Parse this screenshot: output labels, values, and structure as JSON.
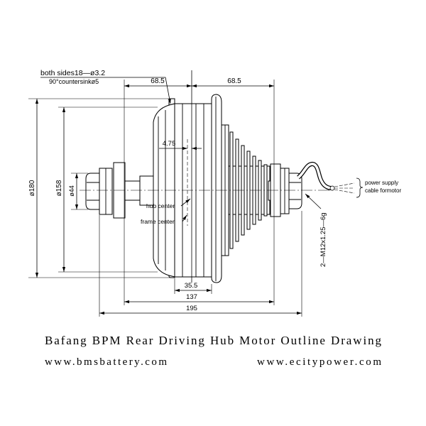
{
  "drawing": {
    "note": {
      "holes": "both sides18—ø3.2",
      "countersink": "90°countersinkø5"
    },
    "dimensions": {
      "left_half": "68.5",
      "right_half": "68.5",
      "offset": "4.75",
      "dia_outer": "ø180",
      "dia_mid": "ø158",
      "dia_nut": "ø44",
      "flange": "35.5",
      "inner_width": "137",
      "overall_width": "195"
    },
    "labels": {
      "hub_center": "hub center",
      "frame_center": "frame center",
      "thread": "2—M12x1.25—6g",
      "cable_1": "power supply",
      "cable_2": "cable formotor"
    }
  },
  "caption": {
    "title": "Bafang BPM Rear Driving Hub Motor Outline Drawing",
    "site_left": "www.bmsbattery.com",
    "site_right": "www.ecitypower.com"
  }
}
